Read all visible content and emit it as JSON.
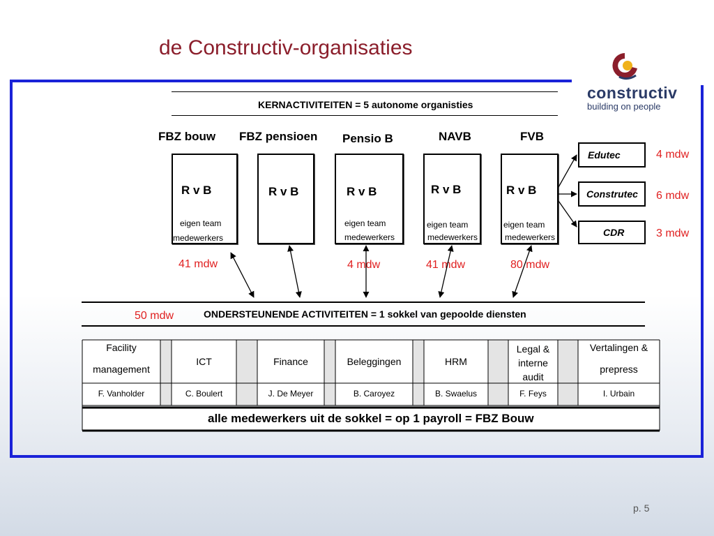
{
  "title": "de Constructiv-organisaties",
  "logo": {
    "brand": "constructiv",
    "tagline": "building on people"
  },
  "kernactiviteiten": "KERNACTIVITEITEN = 5 autonome organisties",
  "entities": [
    {
      "name": "FBZ bouw",
      "rvb": "R v B",
      "team1": "eigen team",
      "team2": "medewerkers",
      "count": "41 mdw"
    },
    {
      "name": "FBZ pensioen",
      "rvb": "R v B"
    },
    {
      "name": "Pensio B",
      "rvb": "R v B",
      "team1": "eigen team",
      "team2": "medewerkers",
      "count": "4 mdw"
    },
    {
      "name": "NAVB",
      "rvb": "R v B",
      "team1": "eigen team",
      "team2": "medewerkers",
      "count": "41 mdw"
    },
    {
      "name": "FVB",
      "rvb": "R v B",
      "team1": "eigen team",
      "team2": "medewerkers",
      "count": "80 mdw"
    }
  ],
  "subsidiaries": [
    {
      "name": "Edutec",
      "count": "4 mdw"
    },
    {
      "name": "Construtec",
      "count": "6 mdw"
    },
    {
      "name": "CDR",
      "count": "3 mdw"
    }
  ],
  "ondersteunende": "ONDERSTEUNENDE ACTIVITEITEN = 1 sokkel van gepoolde diensten",
  "sokkel_count": "50 mdw",
  "services": [
    {
      "l1": "Facility",
      "l2": "management",
      "person": "F. Vanholder"
    },
    {
      "l1": "ICT",
      "person": "C. Boulert"
    },
    {
      "l1": "Finance",
      "person": "J. De Meyer"
    },
    {
      "l1": "Beleggingen",
      "person": "B. Caroyez"
    },
    {
      "l1": "HRM",
      "person": "B. Swaelus"
    },
    {
      "l1": "Legal  &",
      "l2": "interne",
      "l3": "audit",
      "person": "F. Feys"
    },
    {
      "l1": "Vertalingen &",
      "l2": "prepress",
      "person": "I. Urbain"
    }
  ],
  "payroll": "alle medewerkers uit de sokkel = op 1 payroll = FBZ Bouw",
  "page": "p. 5",
  "colors": {
    "frame": "#1a22d8",
    "title": "#8b1e2b",
    "accent_red": "#e02020",
    "logo": "#2a3a66"
  }
}
